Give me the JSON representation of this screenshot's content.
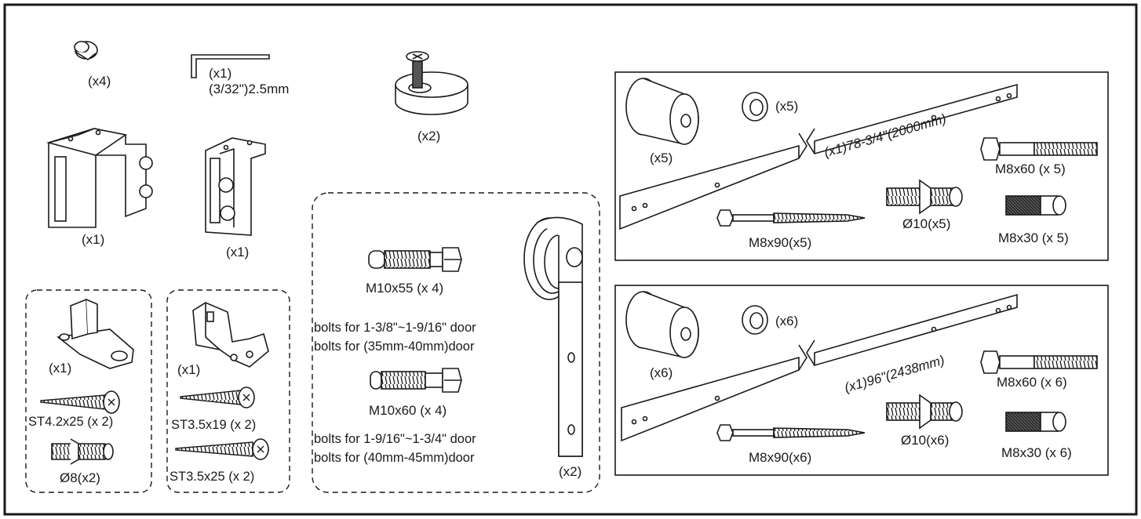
{
  "colors": {
    "ink": "#1a1a1a",
    "paper": "#ffffff",
    "steel_dark": "#2b2b2b"
  },
  "small_parts": {
    "stopper_qty": "(x4)",
    "allen_key_qty": "(x1)",
    "allen_key_size": "(3/32\")2.5mm",
    "floor_guide_qty": "(x2)",
    "stop_block_large_qty": "(x1)",
    "stop_block_small_qty": "(x1)"
  },
  "floor_guide_kit_a": {
    "guide_qty": "(x1)",
    "screw_label": "ST4.2x25 (x 2)",
    "anchor_label": "Ø8(x2)"
  },
  "floor_guide_kit_b": {
    "guide_qty": "(x1)",
    "screw1_label": "ST3.5x19 (x 2)",
    "screw2_label": "ST3.5x25 (x 2)"
  },
  "hanger_kit": {
    "bolt1_label": "M10x55 (x 4)",
    "bolt1_note1": "bolts for 1-3/8\"~1-9/16\" door",
    "bolt1_note2": "bolts for (35mm-40mm)door",
    "bolt2_label": "M10x60 (x 4)",
    "bolt2_note1": "bolts for 1-9/16\"~1-3/4\" door",
    "bolt2_note2": "bolts for (40mm-45mm)door",
    "hanger_qty": "(x2)"
  },
  "rail_kit_a": {
    "spacer_qty": "(x5)",
    "washer_qty": "(x5)",
    "rail_label": "(x1)78-3/4\"(2000mm)",
    "hex_bolt_label": "M8x60 (x 5)",
    "lag_screw_label": "M8x90(x5)",
    "anchor_label": "Ø10(x5)",
    "sleeve_bolt_label": "M8x30 (x 5)"
  },
  "rail_kit_b": {
    "spacer_qty": "(x6)",
    "washer_qty": "(x6)",
    "rail_label": "(x1)96\"(2438mm)",
    "hex_bolt_label": "M8x60 (x 6)",
    "lag_screw_label": "M8x90(x6)",
    "anchor_label": "Ø10(x6)",
    "sleeve_bolt_label": "M8x30 (x 6)"
  }
}
